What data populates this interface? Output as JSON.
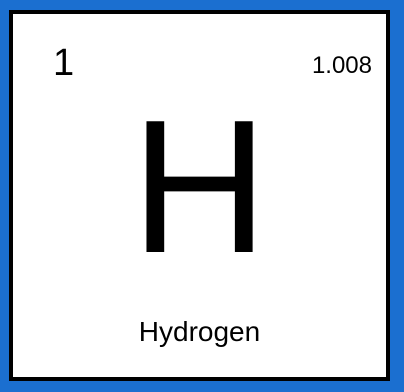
{
  "element": {
    "atomic_number": "1",
    "atomic_mass": "1.008",
    "symbol": "H",
    "name": "Hydrogen"
  },
  "colors": {
    "background": "#1b6fd0",
    "tile": "#ffffff",
    "border": "#000000",
    "text": "#000000"
  }
}
